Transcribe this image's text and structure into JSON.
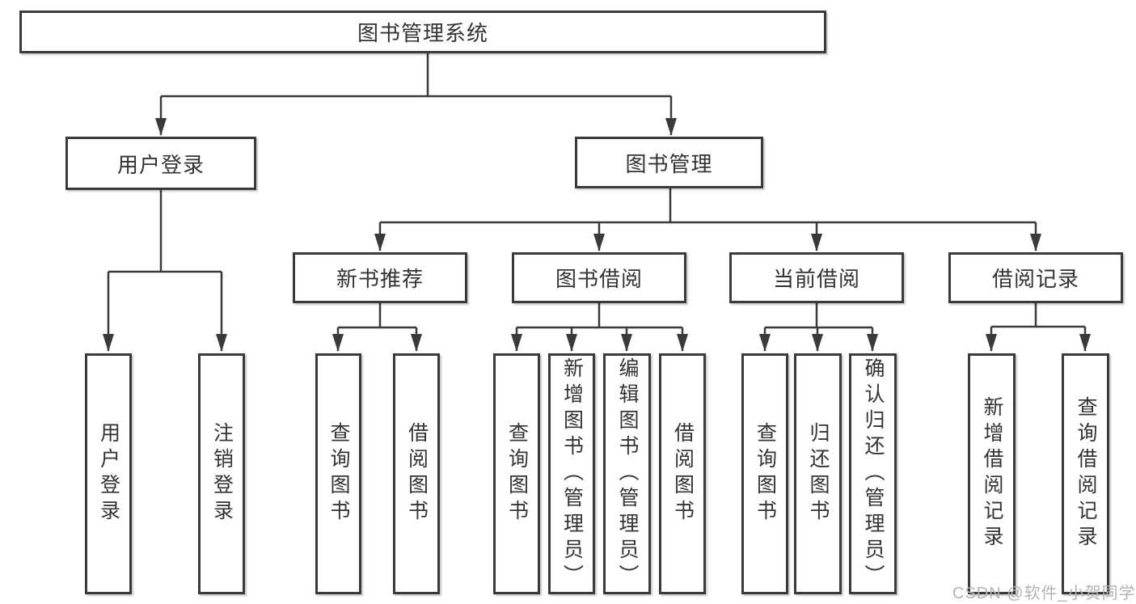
{
  "tree": {
    "root": {
      "label": "图书管理系统"
    },
    "branches": [
      {
        "label": "用户登录",
        "leaves": [
          "用户登录",
          "注销登录"
        ]
      },
      {
        "label": "图书管理",
        "groups": [
          {
            "label": "新书推荐",
            "leaves": [
              "查询图书",
              "借阅图书"
            ]
          },
          {
            "label": "图书借阅",
            "leaves": [
              "查询图书",
              "新增图书（管理员）",
              "编辑图书（管理员）",
              "借阅图书"
            ]
          },
          {
            "label": "当前借阅",
            "leaves": [
              "查询图书",
              "归还图书",
              "确认归还（管理员）"
            ]
          },
          {
            "label": "借阅记录",
            "leaves": [
              "新增借阅记录",
              "查询借阅记录"
            ]
          }
        ]
      }
    ]
  },
  "watermark": {
    "text": "CSDN @软件_小贺同学"
  },
  "colors": {
    "line": "#3a3a3a",
    "box_border": "#3a3a3a",
    "text": "#333333",
    "watermark": "#b3b3b3",
    "background": "#ffffff"
  }
}
